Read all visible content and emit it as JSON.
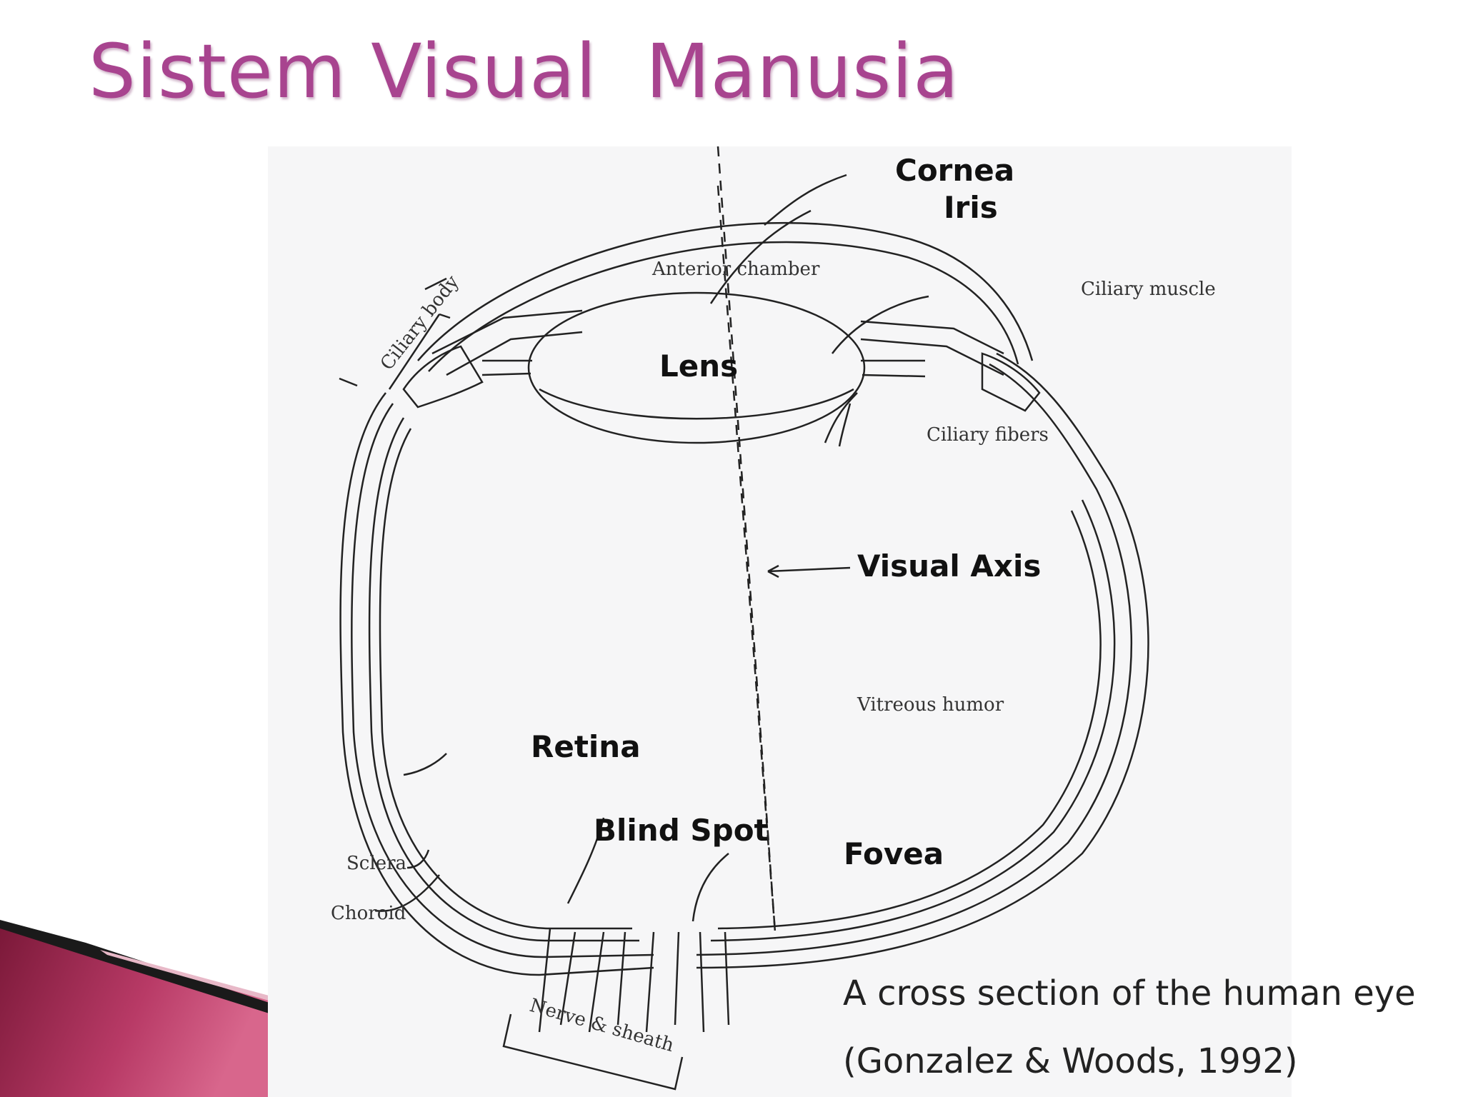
{
  "slide": {
    "title": "Sistem Visual  Manusia",
    "accent_color": "#a8448f",
    "caption_line1": "A cross section of the human eye",
    "caption_line2": "(Gonzalez & Woods, 1992)"
  },
  "diagram": {
    "labels_bold": {
      "cornea": "Cornea",
      "iris": "Iris",
      "lens": "Lens",
      "visual_axis": "Visual Axis",
      "retina": "Retina",
      "blind_spot": "Blind Spot",
      "fovea": "Fovea"
    },
    "labels_small": {
      "anterior_chamber": "Anterior chamber",
      "ciliary_muscle": "Ciliary muscle",
      "ciliary_body": "Ciliary body",
      "ciliary_fibers": "Ciliary fibers",
      "vitreous_humor": "Vitreous humor",
      "sclera": "Sclera",
      "choroid": "Choroid",
      "nerve_sheath": "Nerve & sheath"
    }
  }
}
